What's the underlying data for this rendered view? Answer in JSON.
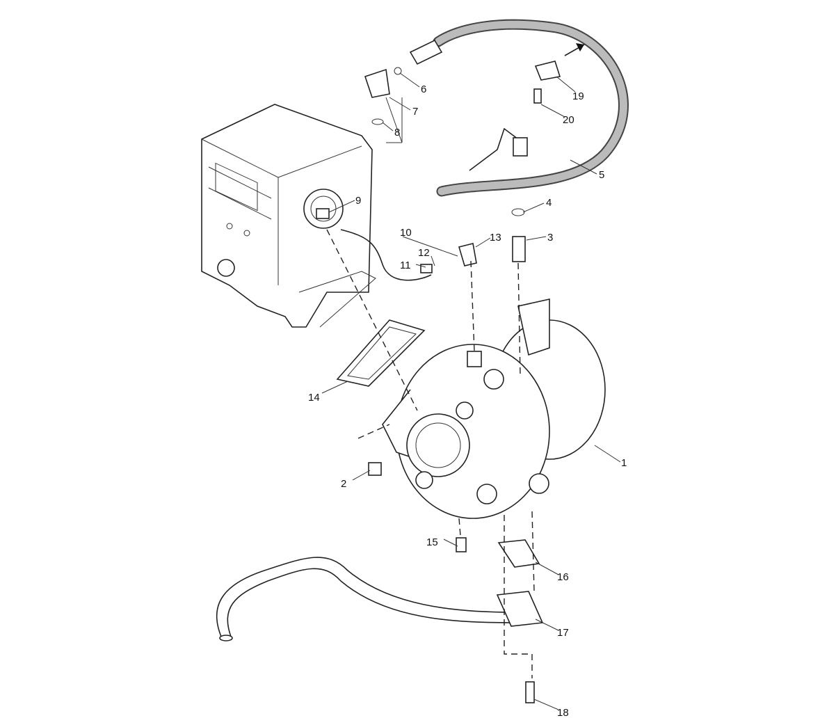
{
  "diagram": {
    "type": "exploded-parts-view",
    "callouts": {
      "c1": "1",
      "c2": "2",
      "c3": "3",
      "c4": "4",
      "c5": "5",
      "c6": "6",
      "c7": "7",
      "c8": "8",
      "c9": "9",
      "c10": "10",
      "c11": "11",
      "c12": "12",
      "c13": "13",
      "c14": "14",
      "c15": "15",
      "c16": "16",
      "c17": "17",
      "c18": "18",
      "c19": "19",
      "c20": "20"
    }
  }
}
